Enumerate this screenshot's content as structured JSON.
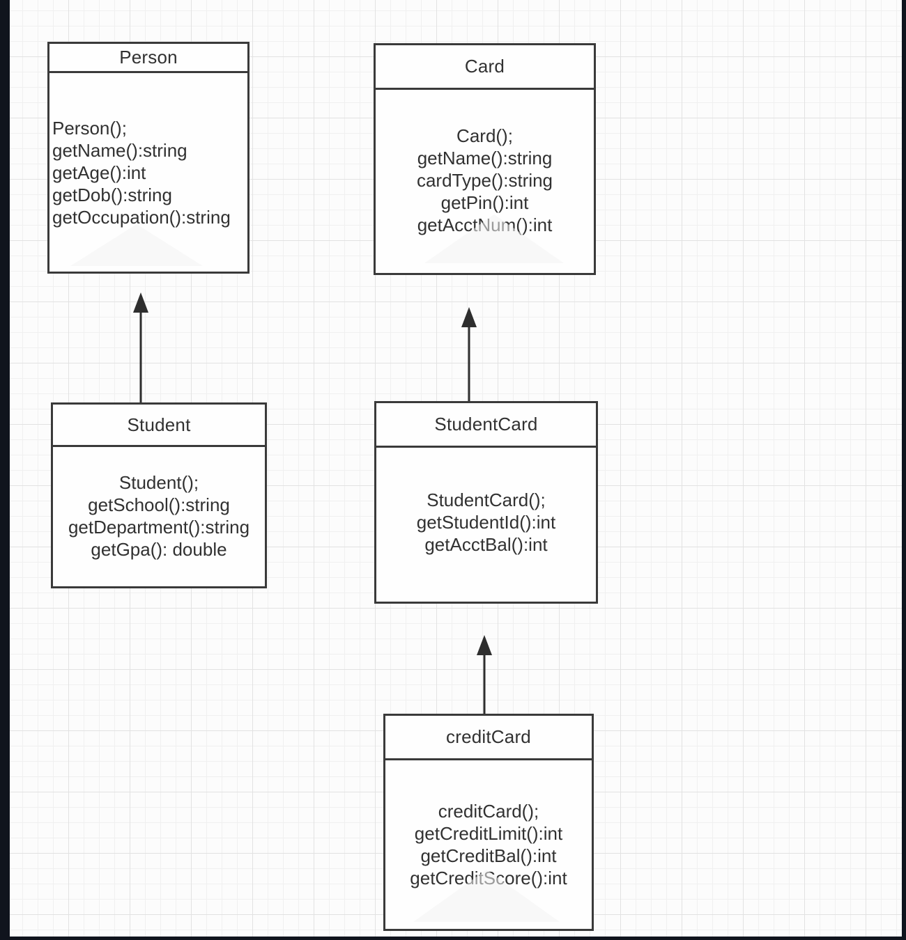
{
  "diagram": {
    "classes": [
      {
        "id": "person",
        "name": "Person",
        "align": "left",
        "methods": [
          "Person();",
          "getName():string",
          "getAge():int",
          "getDob():string",
          "getOccupation():string"
        ]
      },
      {
        "id": "card",
        "name": "Card",
        "align": "center",
        "methods": [
          "Card();",
          "getName():string",
          "cardType():string",
          "getPin():int",
          "getAcctNum():int"
        ]
      },
      {
        "id": "student",
        "name": "Student",
        "align": "center",
        "methods": [
          "Student();",
          "getSchool():string",
          "getDepartment():string",
          "getGpa(): double"
        ]
      },
      {
        "id": "studentcard",
        "name": "StudentCard",
        "align": "center",
        "methods": [
          "StudentCard();",
          "getStudentId():int",
          "getAcctBal():int"
        ]
      },
      {
        "id": "creditcard",
        "name": "creditCard",
        "align": "center",
        "methods": [
          "creditCard();",
          "getCreditLimit():int",
          "getCreditBal():int",
          "getCreditScore():int"
        ]
      }
    ],
    "relations": [
      {
        "type": "inheritance",
        "from": "Student",
        "to": "Person"
      },
      {
        "type": "inheritance",
        "from": "StudentCard",
        "to": "Card"
      },
      {
        "type": "inheritance",
        "from": "creditCard",
        "to": "StudentCard"
      }
    ],
    "colors": {
      "frame": "#10141d",
      "canvas_bg": "#fcfcfc",
      "grid_minor": "#f0f0f0",
      "grid_major": "#e2e2e2",
      "box_border": "#3a3a3a",
      "box_fill": "#fefefe",
      "text": "#313131",
      "arrow": "#2e2e2e"
    }
  }
}
